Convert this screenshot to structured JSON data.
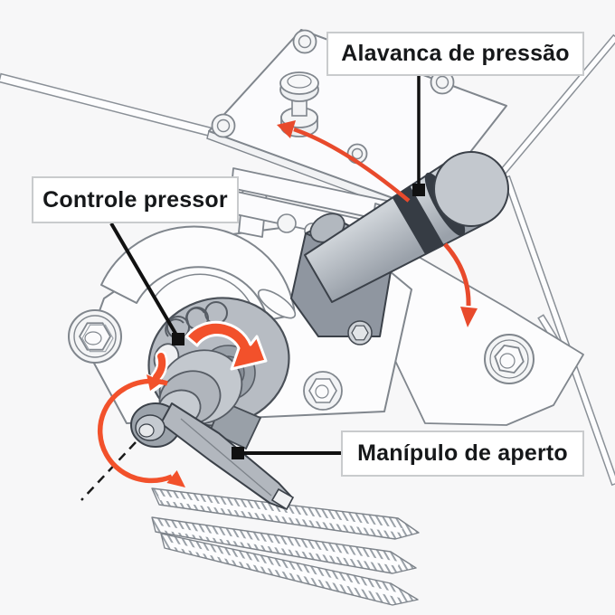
{
  "diagram": {
    "type": "technical-illustration",
    "language": "pt",
    "labels": {
      "pressure_lever": "Alavanca de pressão",
      "pressure_control": "Controle pressor",
      "clamp_handle": "Manípulo de aperto"
    },
    "colors": {
      "background": "#f7f7f8",
      "accent_orange": "#f2512b",
      "accent_orange_deep": "#e84a2c",
      "outline_gray": "#80868d",
      "metal_light": "#c4c9cf",
      "metal_mid": "#b7bcc3",
      "metal_dark": "#8f96a0",
      "band_dark": "#363c44",
      "label_border": "#c9cbcd",
      "label_text": "#16181a",
      "leader_line": "#111111"
    }
  }
}
